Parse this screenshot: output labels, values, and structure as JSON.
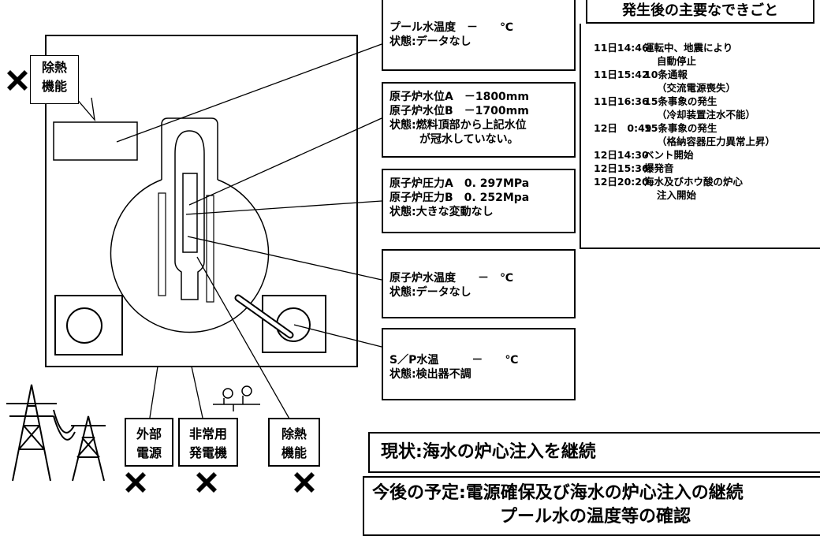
{
  "boxes": {
    "pool": {
      "lines": [
        "プール水温度　－　　℃",
        "状態:データなし"
      ]
    },
    "water_level": {
      "lines": [
        "原子炉水位A　－1800mm",
        "原子炉水位B　－1700mm",
        "状態:燃料頂部から上記水位",
        "が冠水していない。"
      ]
    },
    "pressure": {
      "lines": [
        "原子炉圧力A　0. 297MPa",
        "原子炉圧力B　0. 252Mpa",
        "状態:大きな変動なし"
      ]
    },
    "water_temp": {
      "lines": [
        "原子炉水温度　　－　℃",
        "状態:データなし"
      ]
    },
    "sp_temp": {
      "lines": [
        "S／P水温　　　－　　℃",
        "状態:検出器不調"
      ]
    }
  },
  "labels": {
    "heat_removal_top": [
      "除熱",
      "機能"
    ],
    "external_power": [
      "外部",
      "電源"
    ],
    "emergency_generator": [
      "非常用",
      "発電機"
    ],
    "heat_removal_bottom": [
      "除熱",
      "機能"
    ]
  },
  "timeline": {
    "title": "発生後の主要なできごと",
    "events": [
      {
        "time": "11日14:46",
        "text": "運転中、地震により",
        "cont": "自動停止"
      },
      {
        "time": "11日15:42",
        "text": "10条通報",
        "cont": "（交流電源喪失）"
      },
      {
        "time": "11日16:36",
        "text": "15条事象の発生",
        "cont": "（冷却装置注水不能）"
      },
      {
        "time": "12日　0:49",
        "text": "15条事象の発生",
        "cont": "（格納容器圧力異常上昇）"
      },
      {
        "time": "12日14:30",
        "text": "ベント開始",
        "cont": ""
      },
      {
        "time": "12日15:36",
        "text": "爆発音",
        "cont": ""
      },
      {
        "time": "12日20:20",
        "text": "海水及びホウ酸の炉心",
        "cont": "注入開始"
      }
    ]
  },
  "status": "現状:海水の炉心注入を継続",
  "plan": [
    "今後の予定:電源確保及び海水の炉心注入の継続",
    "プール水の温度等の確認"
  ],
  "colors": {
    "line": "#000000",
    "background": "#ffffff",
    "failure_mark": "#000000"
  },
  "icons": {
    "failure": "x-mark-icon",
    "tower": "power-tower-icon",
    "valve": "valve-icon"
  }
}
